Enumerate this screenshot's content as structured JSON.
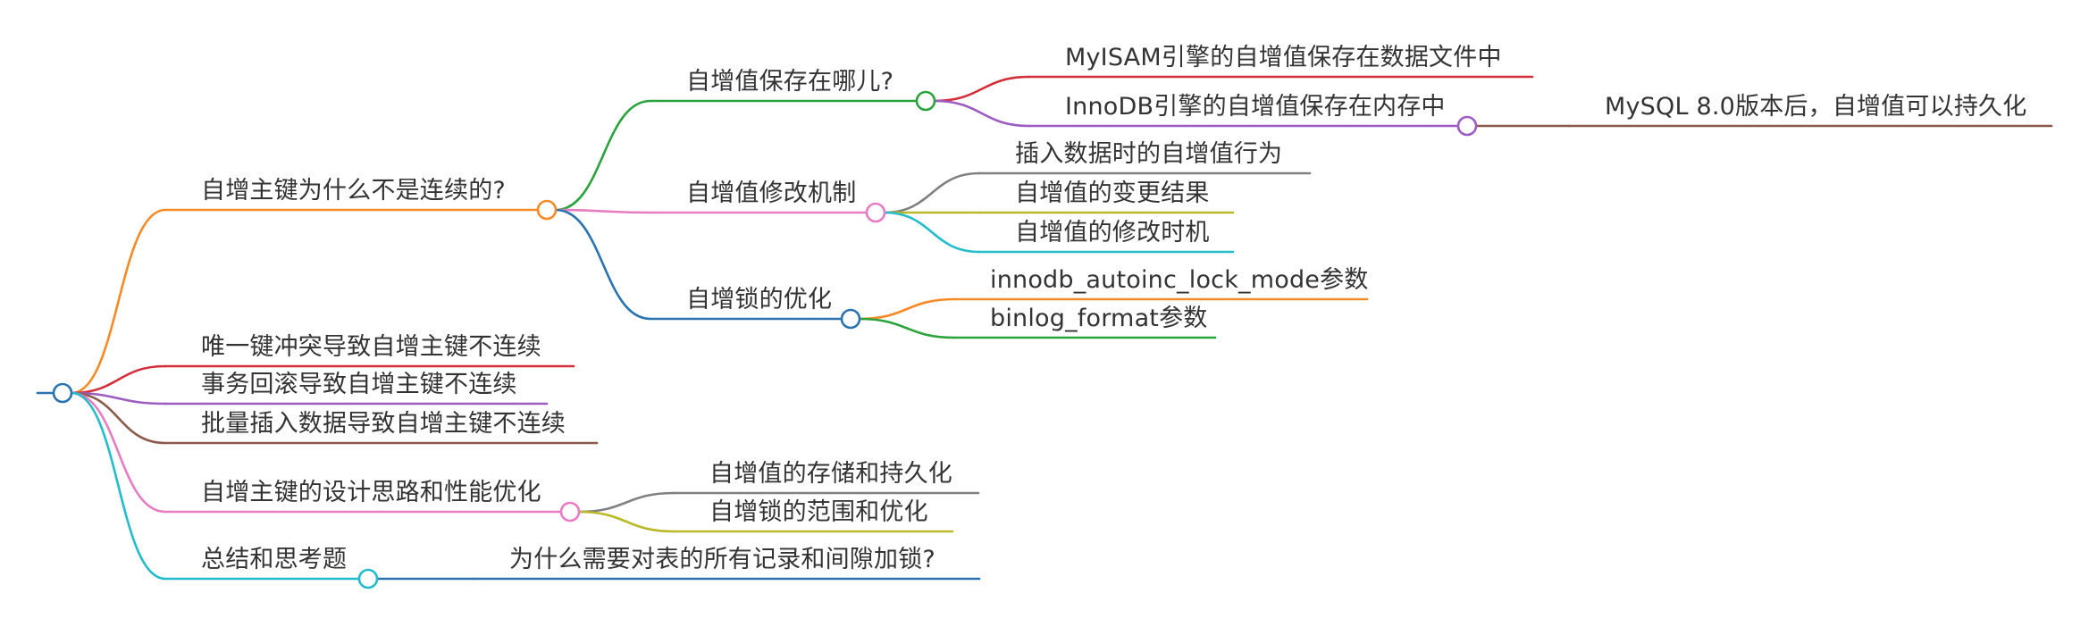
{
  "mindmap": {
    "root_label": "",
    "branches": [
      {
        "id": "b1",
        "label": "自增主键为什么不是连续的?",
        "color": "#f58a26",
        "children": [
          {
            "id": "b1c1",
            "label": "自增值保存在哪儿?",
            "color": "#2aa33d",
            "children": [
              {
                "id": "b1c1a",
                "label": "MyISAM引擎的自增值保存在数据文件中",
                "color": "#d32f3a"
              },
              {
                "id": "b1c1b",
                "label": "InnoDB引擎的自增值保存在内存中",
                "color": "#9c5cc2",
                "children": [
                  {
                    "id": "b1c1b1",
                    "label": "MySQL 8.0版本后，自增值可以持久化",
                    "color": "#8b5a4a"
                  }
                ]
              }
            ]
          },
          {
            "id": "b1c2",
            "label": "自增值修改机制",
            "color": "#e77cc3",
            "children": [
              {
                "id": "b1c2a",
                "label": "插入数据时的自增值行为",
                "color": "#808080"
              },
              {
                "id": "b1c2b",
                "label": "自增值的变更结果",
                "color": "#b9b92a"
              },
              {
                "id": "b1c2c",
                "label": "自增值的修改时机",
                "color": "#22bccc"
              }
            ]
          },
          {
            "id": "b1c3",
            "label": "自增锁的优化",
            "color": "#2b73b0",
            "children": [
              {
                "id": "b1c3a",
                "label": "innodb_autoinc_lock_mode参数",
                "color": "#f58a26"
              },
              {
                "id": "b1c3b",
                "label": "binlog_format参数",
                "color": "#2aa33d"
              }
            ]
          }
        ]
      },
      {
        "id": "b2",
        "label": "唯一键冲突导致自增主键不连续",
        "color": "#d32f3a"
      },
      {
        "id": "b3",
        "label": "事务回滚导致自增主键不连续",
        "color": "#9c5cc2"
      },
      {
        "id": "b4",
        "label": "批量插入数据导致自增主键不连续",
        "color": "#8b5a4a"
      },
      {
        "id": "b5",
        "label": "自增主键的设计思路和性能优化",
        "color": "#e77cc3",
        "children": [
          {
            "id": "b5a",
            "label": "自增值的存储和持久化",
            "color": "#808080"
          },
          {
            "id": "b5b",
            "label": "自增锁的范围和优化",
            "color": "#b9b92a"
          }
        ]
      },
      {
        "id": "b6",
        "label": "总结和思考题",
        "color": "#22bccc",
        "children": [
          {
            "id": "b6a",
            "label": "为什么需要对表的所有记录和间隙加锁?",
            "color": "#2b73b0"
          }
        ]
      }
    ],
    "root_color": "#2b73b0"
  }
}
